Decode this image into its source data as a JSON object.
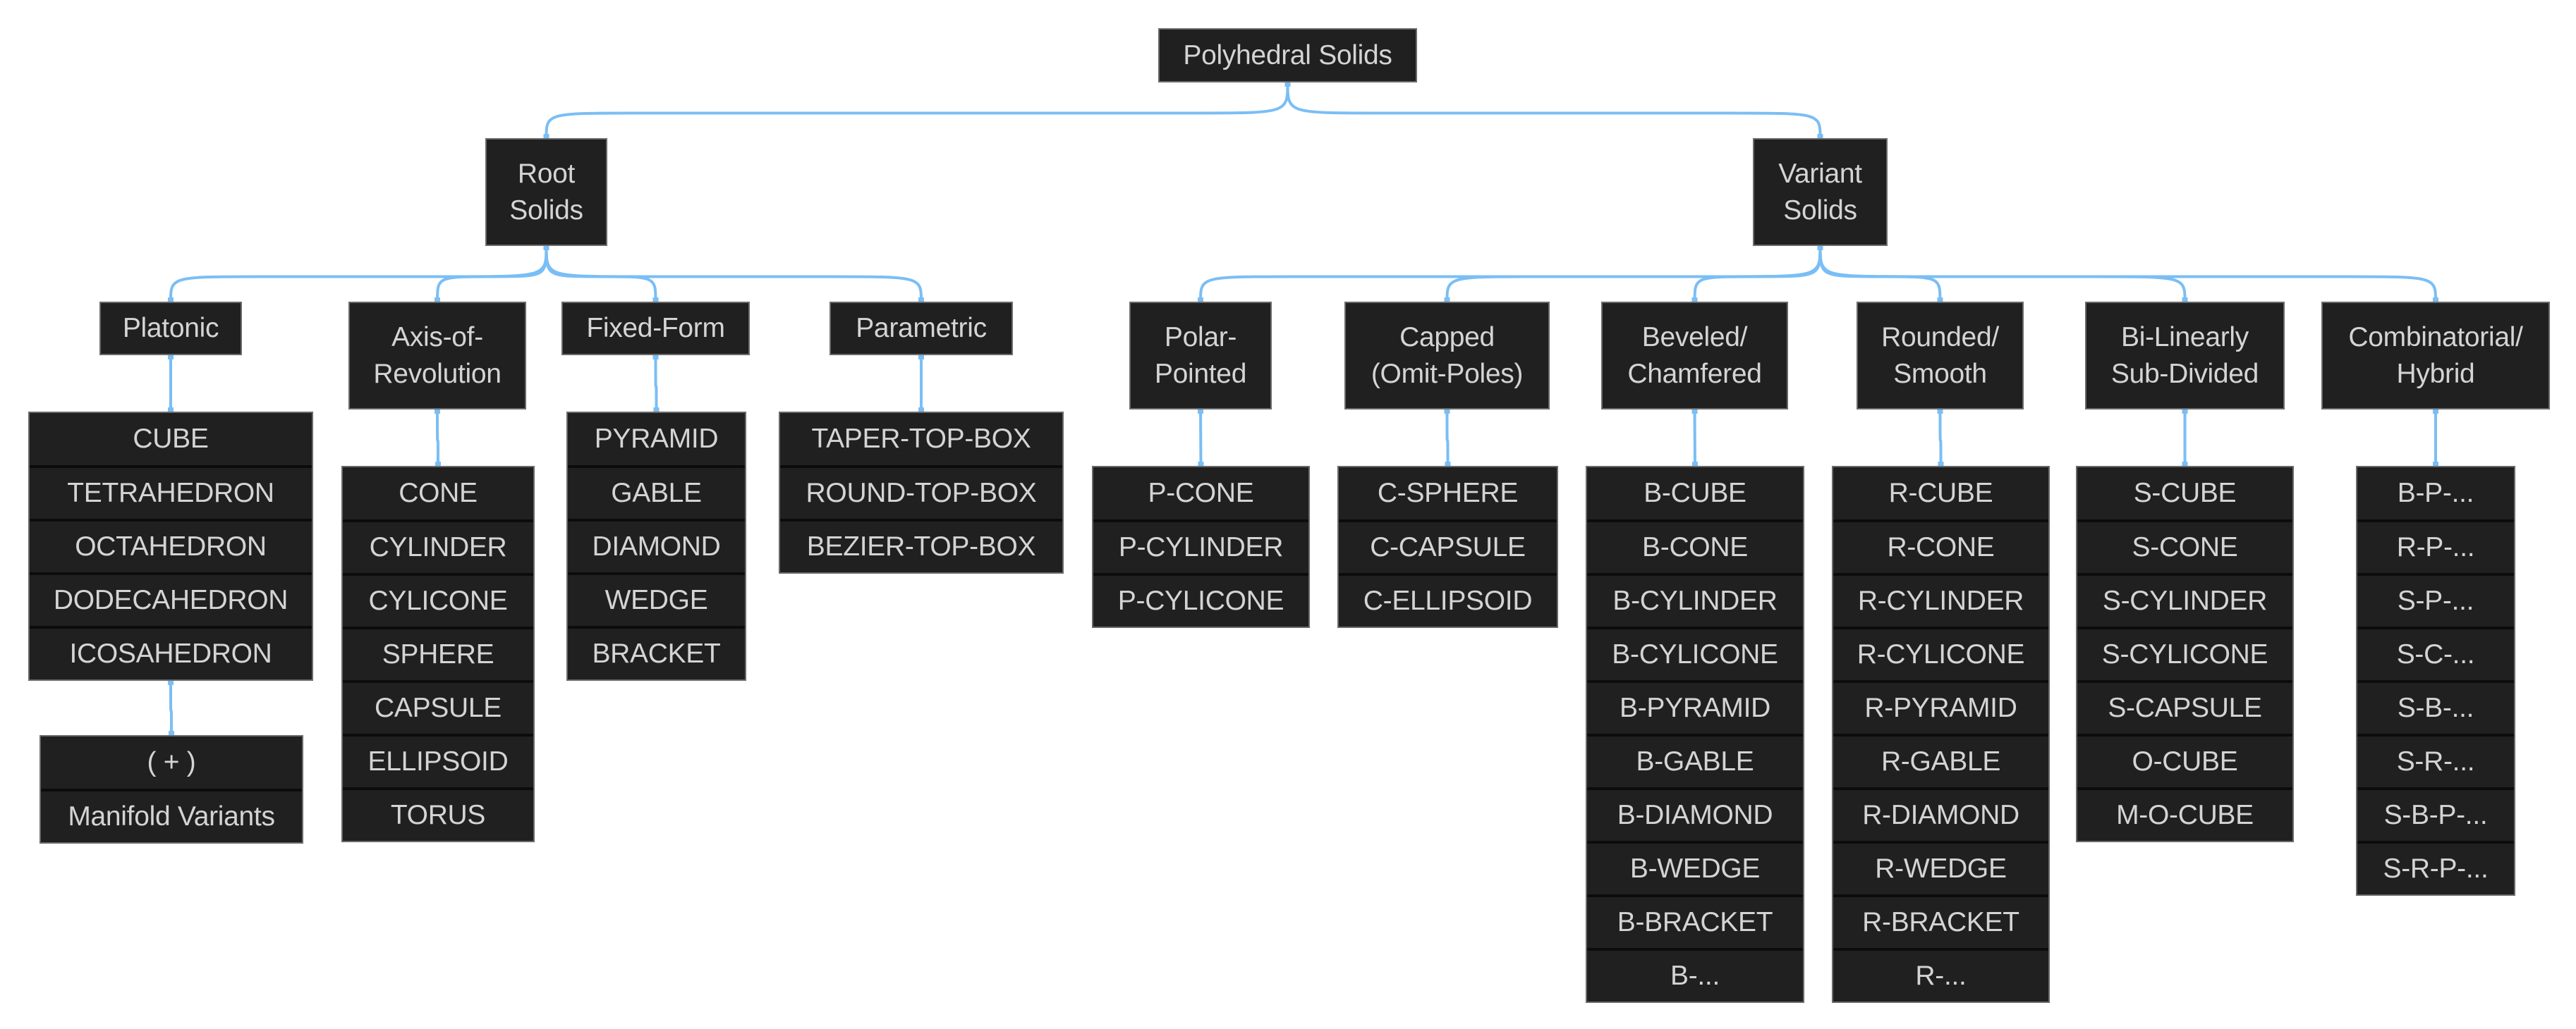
{
  "diagram": {
    "type": "tree",
    "edge_color": "#7abef5",
    "node_fill": "#202020",
    "node_text_color": "#d4d4d4",
    "root": {
      "id": "root",
      "label": "Polyhedral Solids"
    },
    "groups": [
      {
        "id": "root-solids",
        "parent": "root",
        "label": "Root\nSolids"
      },
      {
        "id": "variant-solids",
        "parent": "root",
        "label": "Variant\nSolids"
      }
    ],
    "categories": [
      {
        "id": "platonic",
        "parent": "root-solids",
        "label": "Platonic",
        "items": [
          "CUBE",
          "TETRAHEDRON",
          "OCTAHEDRON",
          "DODECAHEDRON",
          "ICOSAHEDRON"
        ]
      },
      {
        "id": "axis",
        "parent": "root-solids",
        "label": "Axis-of-\nRevolution",
        "items": [
          "CONE",
          "CYLINDER",
          "CYLICONE",
          "SPHERE",
          "CAPSULE",
          "ELLIPSOID",
          "TORUS"
        ]
      },
      {
        "id": "fixed",
        "parent": "root-solids",
        "label": "Fixed-Form",
        "items": [
          "PYRAMID",
          "GABLE",
          "DIAMOND",
          "WEDGE",
          "BRACKET"
        ]
      },
      {
        "id": "parametric",
        "parent": "root-solids",
        "label": "Parametric",
        "items": [
          "TAPER-TOP-BOX",
          "ROUND-TOP-BOX",
          "BEZIER-TOP-BOX"
        ]
      },
      {
        "id": "polar",
        "parent": "variant-solids",
        "label": "Polar-\nPointed",
        "items": [
          "P-CONE",
          "P-CYLINDER",
          "P-CYLICONE"
        ]
      },
      {
        "id": "capped",
        "parent": "variant-solids",
        "label": "Capped\n(Omit-Poles)",
        "items": [
          "C-SPHERE",
          "C-CAPSULE",
          "C-ELLIPSOID"
        ]
      },
      {
        "id": "beveled",
        "parent": "variant-solids",
        "label": "Beveled/\nChamfered",
        "items": [
          "B-CUBE",
          "B-CONE",
          "B-CYLINDER",
          "B-CYLICONE",
          "B-PYRAMID",
          "B-GABLE",
          "B-DIAMOND",
          "B-WEDGE",
          "B-BRACKET",
          "B-..."
        ]
      },
      {
        "id": "rounded",
        "parent": "variant-solids",
        "label": "Rounded/\nSmooth",
        "items": [
          "R-CUBE",
          "R-CONE",
          "R-CYLINDER",
          "R-CYLICONE",
          "R-PYRAMID",
          "R-GABLE",
          "R-DIAMOND",
          "R-WEDGE",
          "R-BRACKET",
          "R-..."
        ]
      },
      {
        "id": "bilinear",
        "parent": "variant-solids",
        "label": "Bi-Linearly\nSub-Divided",
        "items": [
          "S-CUBE",
          "S-CONE",
          "S-CYLINDER",
          "S-CYLICONE",
          "S-CAPSULE",
          "O-CUBE",
          "M-O-CUBE"
        ]
      },
      {
        "id": "combo",
        "parent": "variant-solids",
        "label": "Combinatorial/\nHybrid",
        "items": [
          "B-P-...",
          "R-P-...",
          "S-P-...",
          "S-C-...",
          "S-B-...",
          "S-R-...",
          "S-B-P-...",
          "S-R-P-..."
        ]
      }
    ],
    "extra": {
      "id": "manifold",
      "parent": "platonic-list",
      "items": [
        "( + )",
        "Manifold Variants"
      ]
    }
  }
}
